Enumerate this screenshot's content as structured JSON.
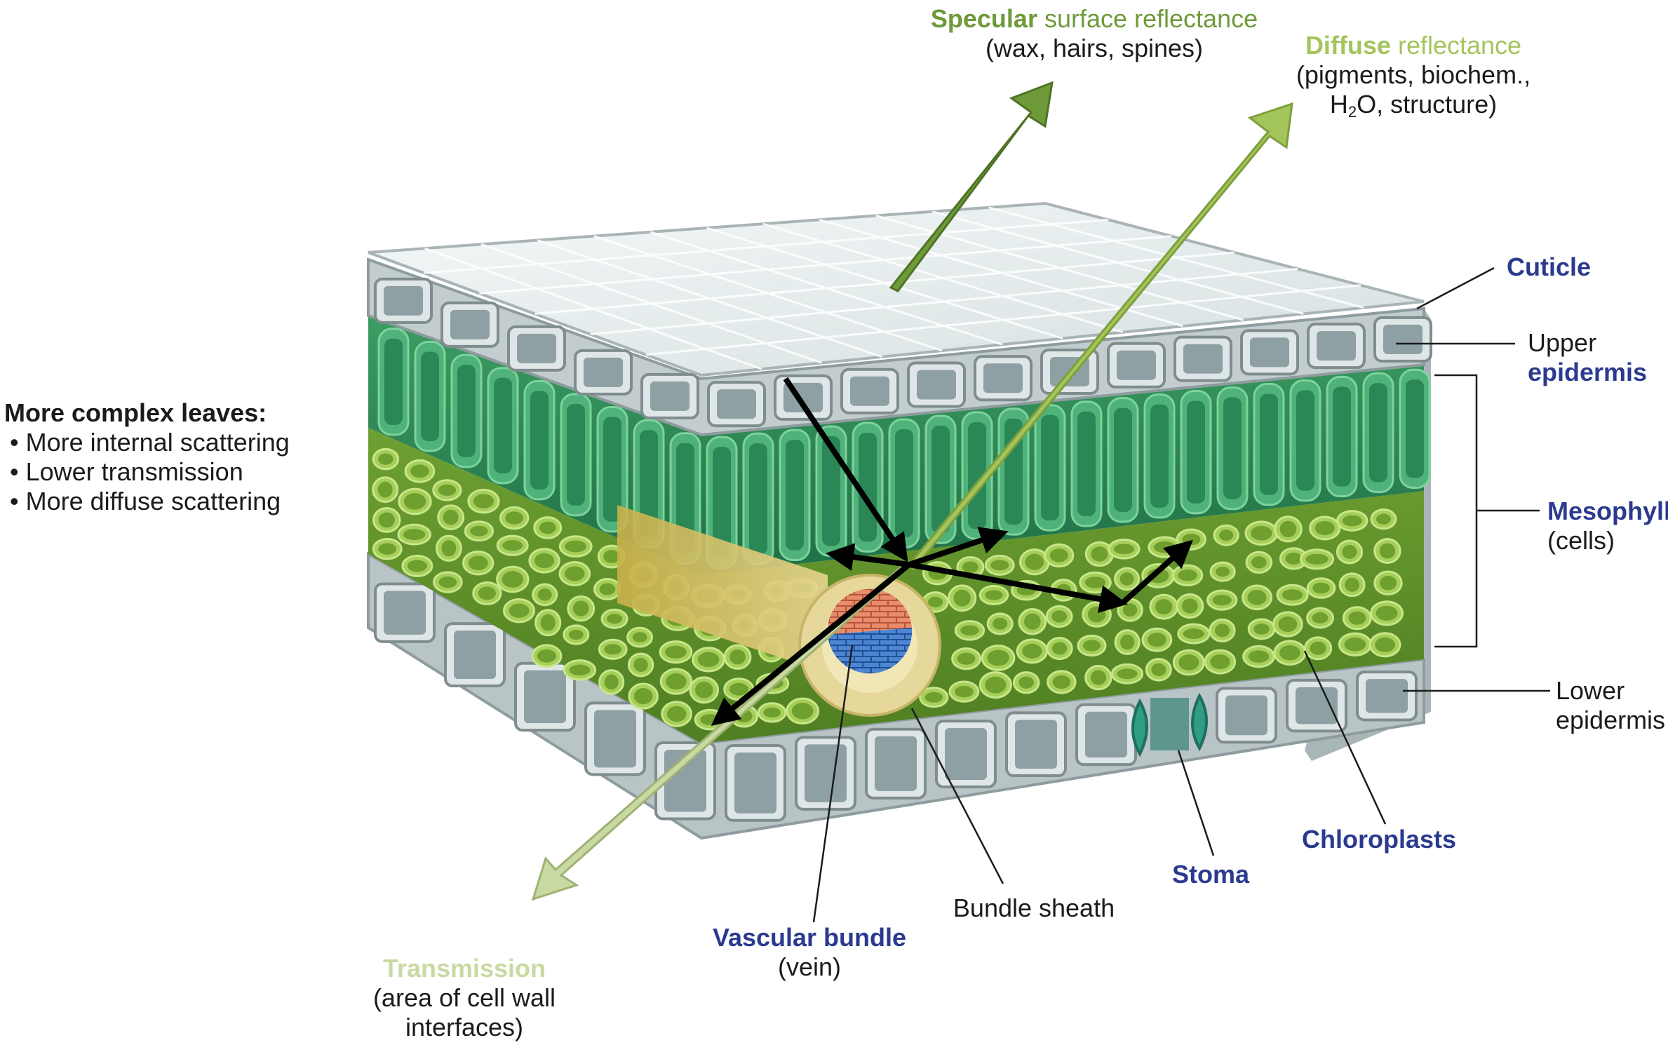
{
  "specular": {
    "title_bold": "Specular",
    "title_rest": " surface reflectance",
    "detail": "(wax, hairs, spines)"
  },
  "diffuse": {
    "title_bold": "Diffuse",
    "title_rest": " reflectance",
    "detail_1": "(pigments, biochem.,",
    "detail_2_a": "H",
    "detail_2_sub": "2",
    "detail_2_b": "O, structure)"
  },
  "complex": {
    "heading": "More complex leaves:",
    "items": [
      "• More internal scattering",
      "• Lower transmission",
      "• More diffuse scattering"
    ]
  },
  "cuticle": "Cuticle",
  "upper_epidermis": {
    "line1": "Upper",
    "line2": "epidermis"
  },
  "mesophyll": {
    "line1": "Mesophyll",
    "line2": "(cells)"
  },
  "lower_epidermis": {
    "line1": "Lower",
    "line2": "epidermis"
  },
  "chloroplasts": "Chloroplasts",
  "stoma": "Stoma",
  "bundle_sheath": "Bundle sheath",
  "vascular_bundle": {
    "line1": "Vascular bundle",
    "line2": "(vein)"
  },
  "transmission": {
    "title": "Transmission",
    "detail_1": "(area of cell wall",
    "detail_2": "interfaces)"
  },
  "colors": {
    "specular_arrow": "#6f9a3a",
    "diffuse_arrow": "#a3c55c",
    "transmission_arrow": "#c9d9a2",
    "label_navy": "#2b3a8f",
    "epidermis": "#c9d2d4",
    "palisade": "#2f8f5a",
    "spongy": "#7fae34",
    "xylem": "#e6866a",
    "phloem": "#3f78c8",
    "stoma": "#2f9c84"
  }
}
